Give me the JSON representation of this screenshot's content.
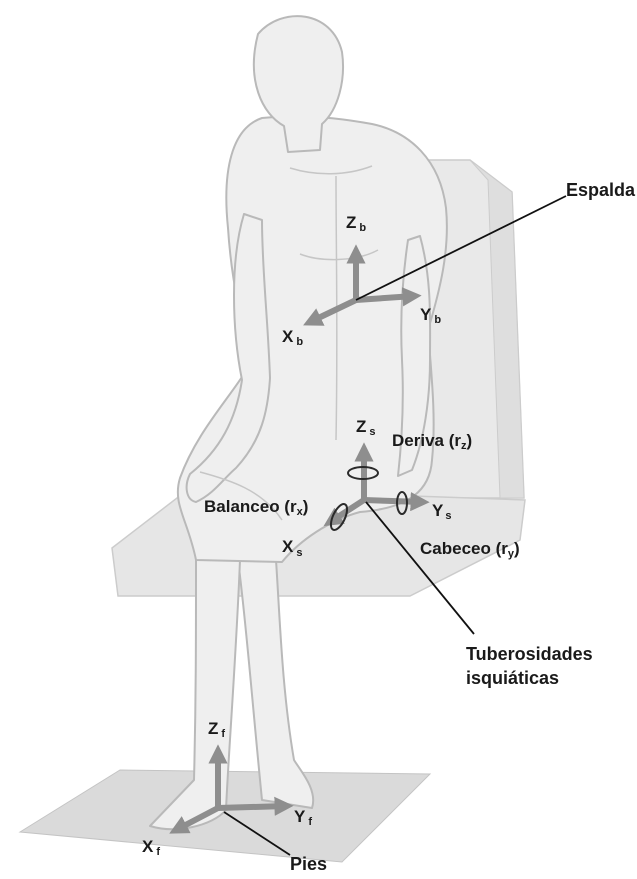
{
  "labels": {
    "espalda": "Espalda",
    "zb": "Z",
    "zb_sub": "b",
    "yb": "Y",
    "yb_sub": "b",
    "xb": "X",
    "xb_sub": "b",
    "zs": "Z",
    "zs_sub": "s",
    "deriva": "Deriva (r",
    "deriva_sub": "z",
    "deriva_close": ")",
    "balanceo": "Balanceo (r",
    "balanceo_sub": "x",
    "balanceo_close": ")",
    "ys": "Y",
    "ys_sub": "s",
    "xs": "X",
    "xs_sub": "s",
    "cabeceo": "Cabeceo (r",
    "cabeceo_sub": "y",
    "cabeceo_close": ")",
    "tuberosidades_1": "Tuberosidades",
    "tuberosidades_2": "isquiáticas",
    "zf": "Z",
    "zf_sub": "f",
    "yf": "Y",
    "yf_sub": "f",
    "xf": "X",
    "xf_sub": "f",
    "pies": "Pies"
  },
  "colors": {
    "body_fill": "#efefef",
    "body_stroke": "#b9b9b9",
    "seat_fill": "#e6e6e6",
    "floor_fill": "#dadada",
    "arrow": "#8e8e8e",
    "leader": "#111111"
  }
}
